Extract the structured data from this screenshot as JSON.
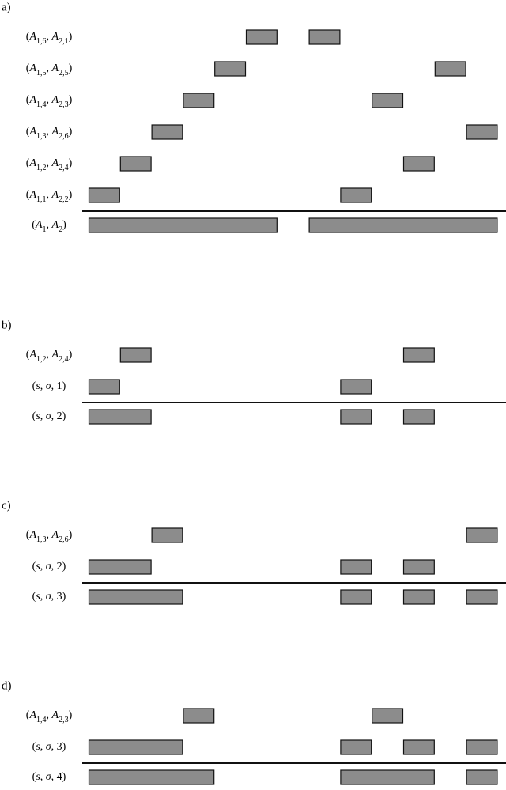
{
  "panels": [
    {
      "id": "a",
      "label": "a)",
      "rows": [
        {
          "label": [
            [
              "(",
              ""
            ],
            [
              "A",
              "v"
            ],
            [
              "1,6",
              "s"
            ],
            [
              ", ",
              ""
            ],
            [
              "A",
              "v"
            ],
            [
              "2,1",
              "s"
            ],
            [
              ")",
              ""
            ]
          ],
          "intervals": [
            [
              6,
              7
            ],
            [
              8,
              9
            ]
          ]
        },
        {
          "label": [
            [
              "(",
              ""
            ],
            [
              "A",
              "v"
            ],
            [
              "1,5",
              "s"
            ],
            [
              ", ",
              ""
            ],
            [
              "A",
              "v"
            ],
            [
              "2,5",
              "s"
            ],
            [
              ")",
              ""
            ]
          ],
          "intervals": [
            [
              5,
              6
            ],
            [
              12,
              13
            ]
          ]
        },
        {
          "label": [
            [
              "(",
              ""
            ],
            [
              "A",
              "v"
            ],
            [
              "1,4",
              "s"
            ],
            [
              ", ",
              ""
            ],
            [
              "A",
              "v"
            ],
            [
              "2,3",
              "s"
            ],
            [
              ")",
              ""
            ]
          ],
          "intervals": [
            [
              4,
              5
            ],
            [
              10,
              11
            ]
          ]
        },
        {
          "label": [
            [
              "(",
              ""
            ],
            [
              "A",
              "v"
            ],
            [
              "1,3",
              "s"
            ],
            [
              ", ",
              ""
            ],
            [
              "A",
              "v"
            ],
            [
              "2,6",
              "s"
            ],
            [
              ")",
              ""
            ]
          ],
          "intervals": [
            [
              3,
              4
            ],
            [
              13,
              14
            ]
          ]
        },
        {
          "label": [
            [
              "(",
              ""
            ],
            [
              "A",
              "v"
            ],
            [
              "1,2",
              "s"
            ],
            [
              ", ",
              ""
            ],
            [
              "A",
              "v"
            ],
            [
              "2,4",
              "s"
            ],
            [
              ")",
              ""
            ]
          ],
          "intervals": [
            [
              2,
              3
            ],
            [
              11,
              12
            ]
          ]
        },
        {
          "label": [
            [
              "(",
              ""
            ],
            [
              "A",
              "v"
            ],
            [
              "1,1",
              "s"
            ],
            [
              ", ",
              ""
            ],
            [
              "A",
              "v"
            ],
            [
              "2,2",
              "s"
            ],
            [
              ")",
              ""
            ]
          ],
          "intervals": [
            [
              1,
              2
            ],
            [
              9,
              10
            ]
          ]
        }
      ],
      "result": {
        "label": [
          [
            "(",
            ""
          ],
          [
            "A",
            "v"
          ],
          [
            "1",
            "s"
          ],
          [
            ", ",
            ""
          ],
          [
            "A",
            "v"
          ],
          [
            "2",
            "s"
          ],
          [
            ")",
            ""
          ]
        ],
        "intervals": [
          [
            1,
            7
          ],
          [
            8,
            14
          ]
        ]
      }
    },
    {
      "id": "b",
      "label": "b)",
      "rows": [
        {
          "label": [
            [
              "(",
              ""
            ],
            [
              "A",
              "v"
            ],
            [
              "1,2",
              "s"
            ],
            [
              ", ",
              ""
            ],
            [
              "A",
              "v"
            ],
            [
              "2,4",
              "s"
            ],
            [
              ")",
              ""
            ]
          ],
          "intervals": [
            [
              2,
              3
            ],
            [
              11,
              12
            ]
          ]
        },
        {
          "label": [
            [
              "(",
              ""
            ],
            [
              "s",
              "v"
            ],
            [
              ", ",
              ""
            ],
            [
              "σ",
              "v"
            ],
            [
              ", 1)",
              ""
            ]
          ],
          "intervals": [
            [
              1,
              2
            ],
            [
              9,
              10
            ]
          ]
        }
      ],
      "result": {
        "label": [
          [
            "(",
            ""
          ],
          [
            "s",
            "v"
          ],
          [
            ", ",
            ""
          ],
          [
            "σ",
            "v"
          ],
          [
            ", 2)",
            ""
          ]
        ],
        "intervals": [
          [
            1,
            3
          ],
          [
            9,
            10
          ],
          [
            11,
            12
          ]
        ]
      }
    },
    {
      "id": "c",
      "label": "c)",
      "rows": [
        {
          "label": [
            [
              "(",
              ""
            ],
            [
              "A",
              "v"
            ],
            [
              "1,3",
              "s"
            ],
            [
              ", ",
              ""
            ],
            [
              "A",
              "v"
            ],
            [
              "2,6",
              "s"
            ],
            [
              ")",
              ""
            ]
          ],
          "intervals": [
            [
              3,
              4
            ],
            [
              13,
              14
            ]
          ]
        },
        {
          "label": [
            [
              "(",
              ""
            ],
            [
              "s",
              "v"
            ],
            [
              ", ",
              ""
            ],
            [
              "σ",
              "v"
            ],
            [
              ", 2)",
              ""
            ]
          ],
          "intervals": [
            [
              1,
              3
            ],
            [
              9,
              10
            ],
            [
              11,
              12
            ]
          ]
        }
      ],
      "result": {
        "label": [
          [
            "(",
            ""
          ],
          [
            "s",
            "v"
          ],
          [
            ", ",
            ""
          ],
          [
            "σ",
            "v"
          ],
          [
            ", 3)",
            ""
          ]
        ],
        "intervals": [
          [
            1,
            4
          ],
          [
            9,
            10
          ],
          [
            11,
            12
          ],
          [
            13,
            14
          ]
        ]
      }
    },
    {
      "id": "d",
      "label": "d)",
      "rows": [
        {
          "label": [
            [
              "(",
              ""
            ],
            [
              "A",
              "v"
            ],
            [
              "1,4",
              "s"
            ],
            [
              ", ",
              ""
            ],
            [
              "A",
              "v"
            ],
            [
              "2,3",
              "s"
            ],
            [
              ")",
              ""
            ]
          ],
          "intervals": [
            [
              4,
              5
            ],
            [
              10,
              11
            ]
          ]
        },
        {
          "label": [
            [
              "(",
              ""
            ],
            [
              "s",
              "v"
            ],
            [
              ", ",
              ""
            ],
            [
              "σ",
              "v"
            ],
            [
              ", 3)",
              ""
            ]
          ],
          "intervals": [
            [
              1,
              4
            ],
            [
              9,
              10
            ],
            [
              11,
              12
            ],
            [
              13,
              14
            ]
          ]
        }
      ],
      "result": {
        "label": [
          [
            "(",
            ""
          ],
          [
            "s",
            "v"
          ],
          [
            ", ",
            ""
          ],
          [
            "σ",
            "v"
          ],
          [
            ", 4)",
            ""
          ]
        ],
        "intervals": [
          [
            1,
            5
          ],
          [
            9,
            12
          ],
          [
            13,
            14
          ]
        ]
      }
    }
  ],
  "colors": {
    "interval_fill": "#8c8c8c",
    "interval_stroke": "#111111",
    "separator": "#111111"
  }
}
